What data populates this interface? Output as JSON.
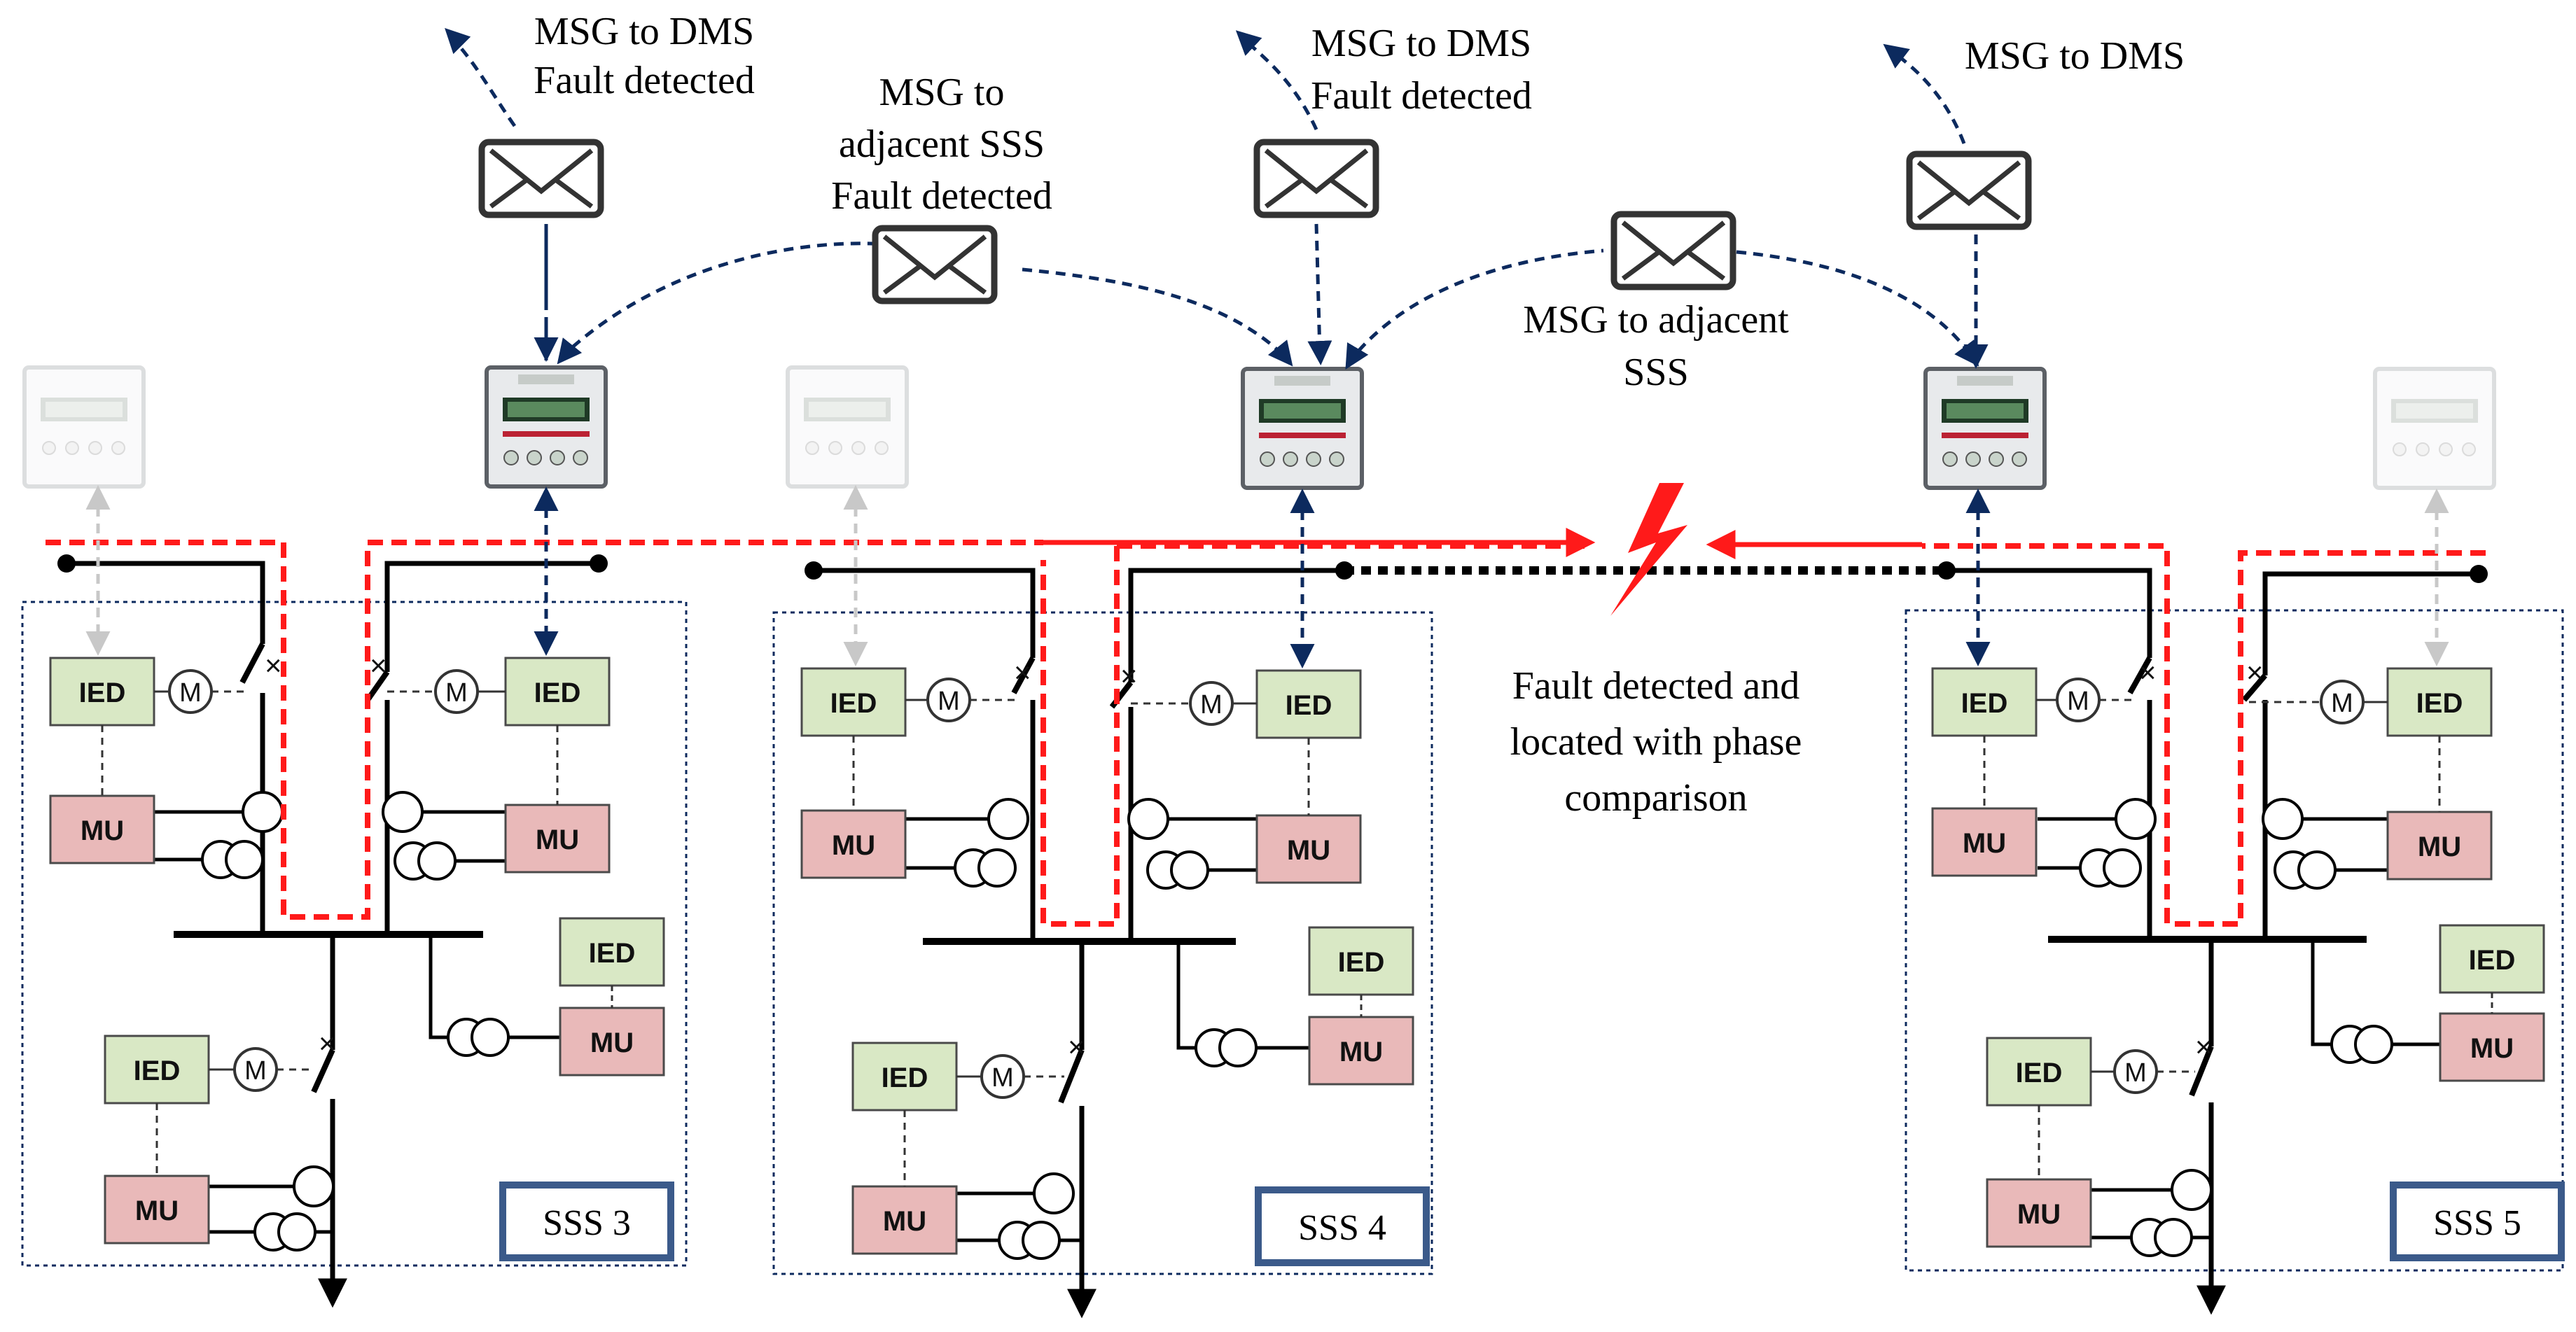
{
  "colors": {
    "ied_fill": "#d9e8c5",
    "mu_fill": "#e9b9b9",
    "sss_border": "#3b5a8a",
    "msg_line": "#0c2a5e",
    "fault_path": "#ff1a1a",
    "bus": "#000000"
  },
  "labels": {
    "ied": "IED",
    "mu": "MU",
    "motor": "M"
  },
  "messages": {
    "sss3_dms": [
      "MSG to DMS",
      "Fault detected"
    ],
    "sss3_adjacent": [
      "MSG to",
      "adjacent SSS",
      "Fault detected"
    ],
    "sss4_dms": [
      "MSG to DMS",
      "Fault detected"
    ],
    "sss4_adjacent": [
      "MSG to adjacent",
      "SSS"
    ],
    "sss5_dms": [
      "MSG to DMS"
    ]
  },
  "fault_note": [
    "Fault detected and",
    "located with phase",
    "comparison"
  ],
  "substations": [
    {
      "name": "SSS 3"
    },
    {
      "name": "SSS 4"
    },
    {
      "name": "SSS 5"
    }
  ],
  "icons": [
    "envelope-icon",
    "relay-panel-icon",
    "lightning-fault-icon",
    "motor-icon",
    "current-transformer-icon",
    "voltage-transformer-icon",
    "switch-icon"
  ]
}
